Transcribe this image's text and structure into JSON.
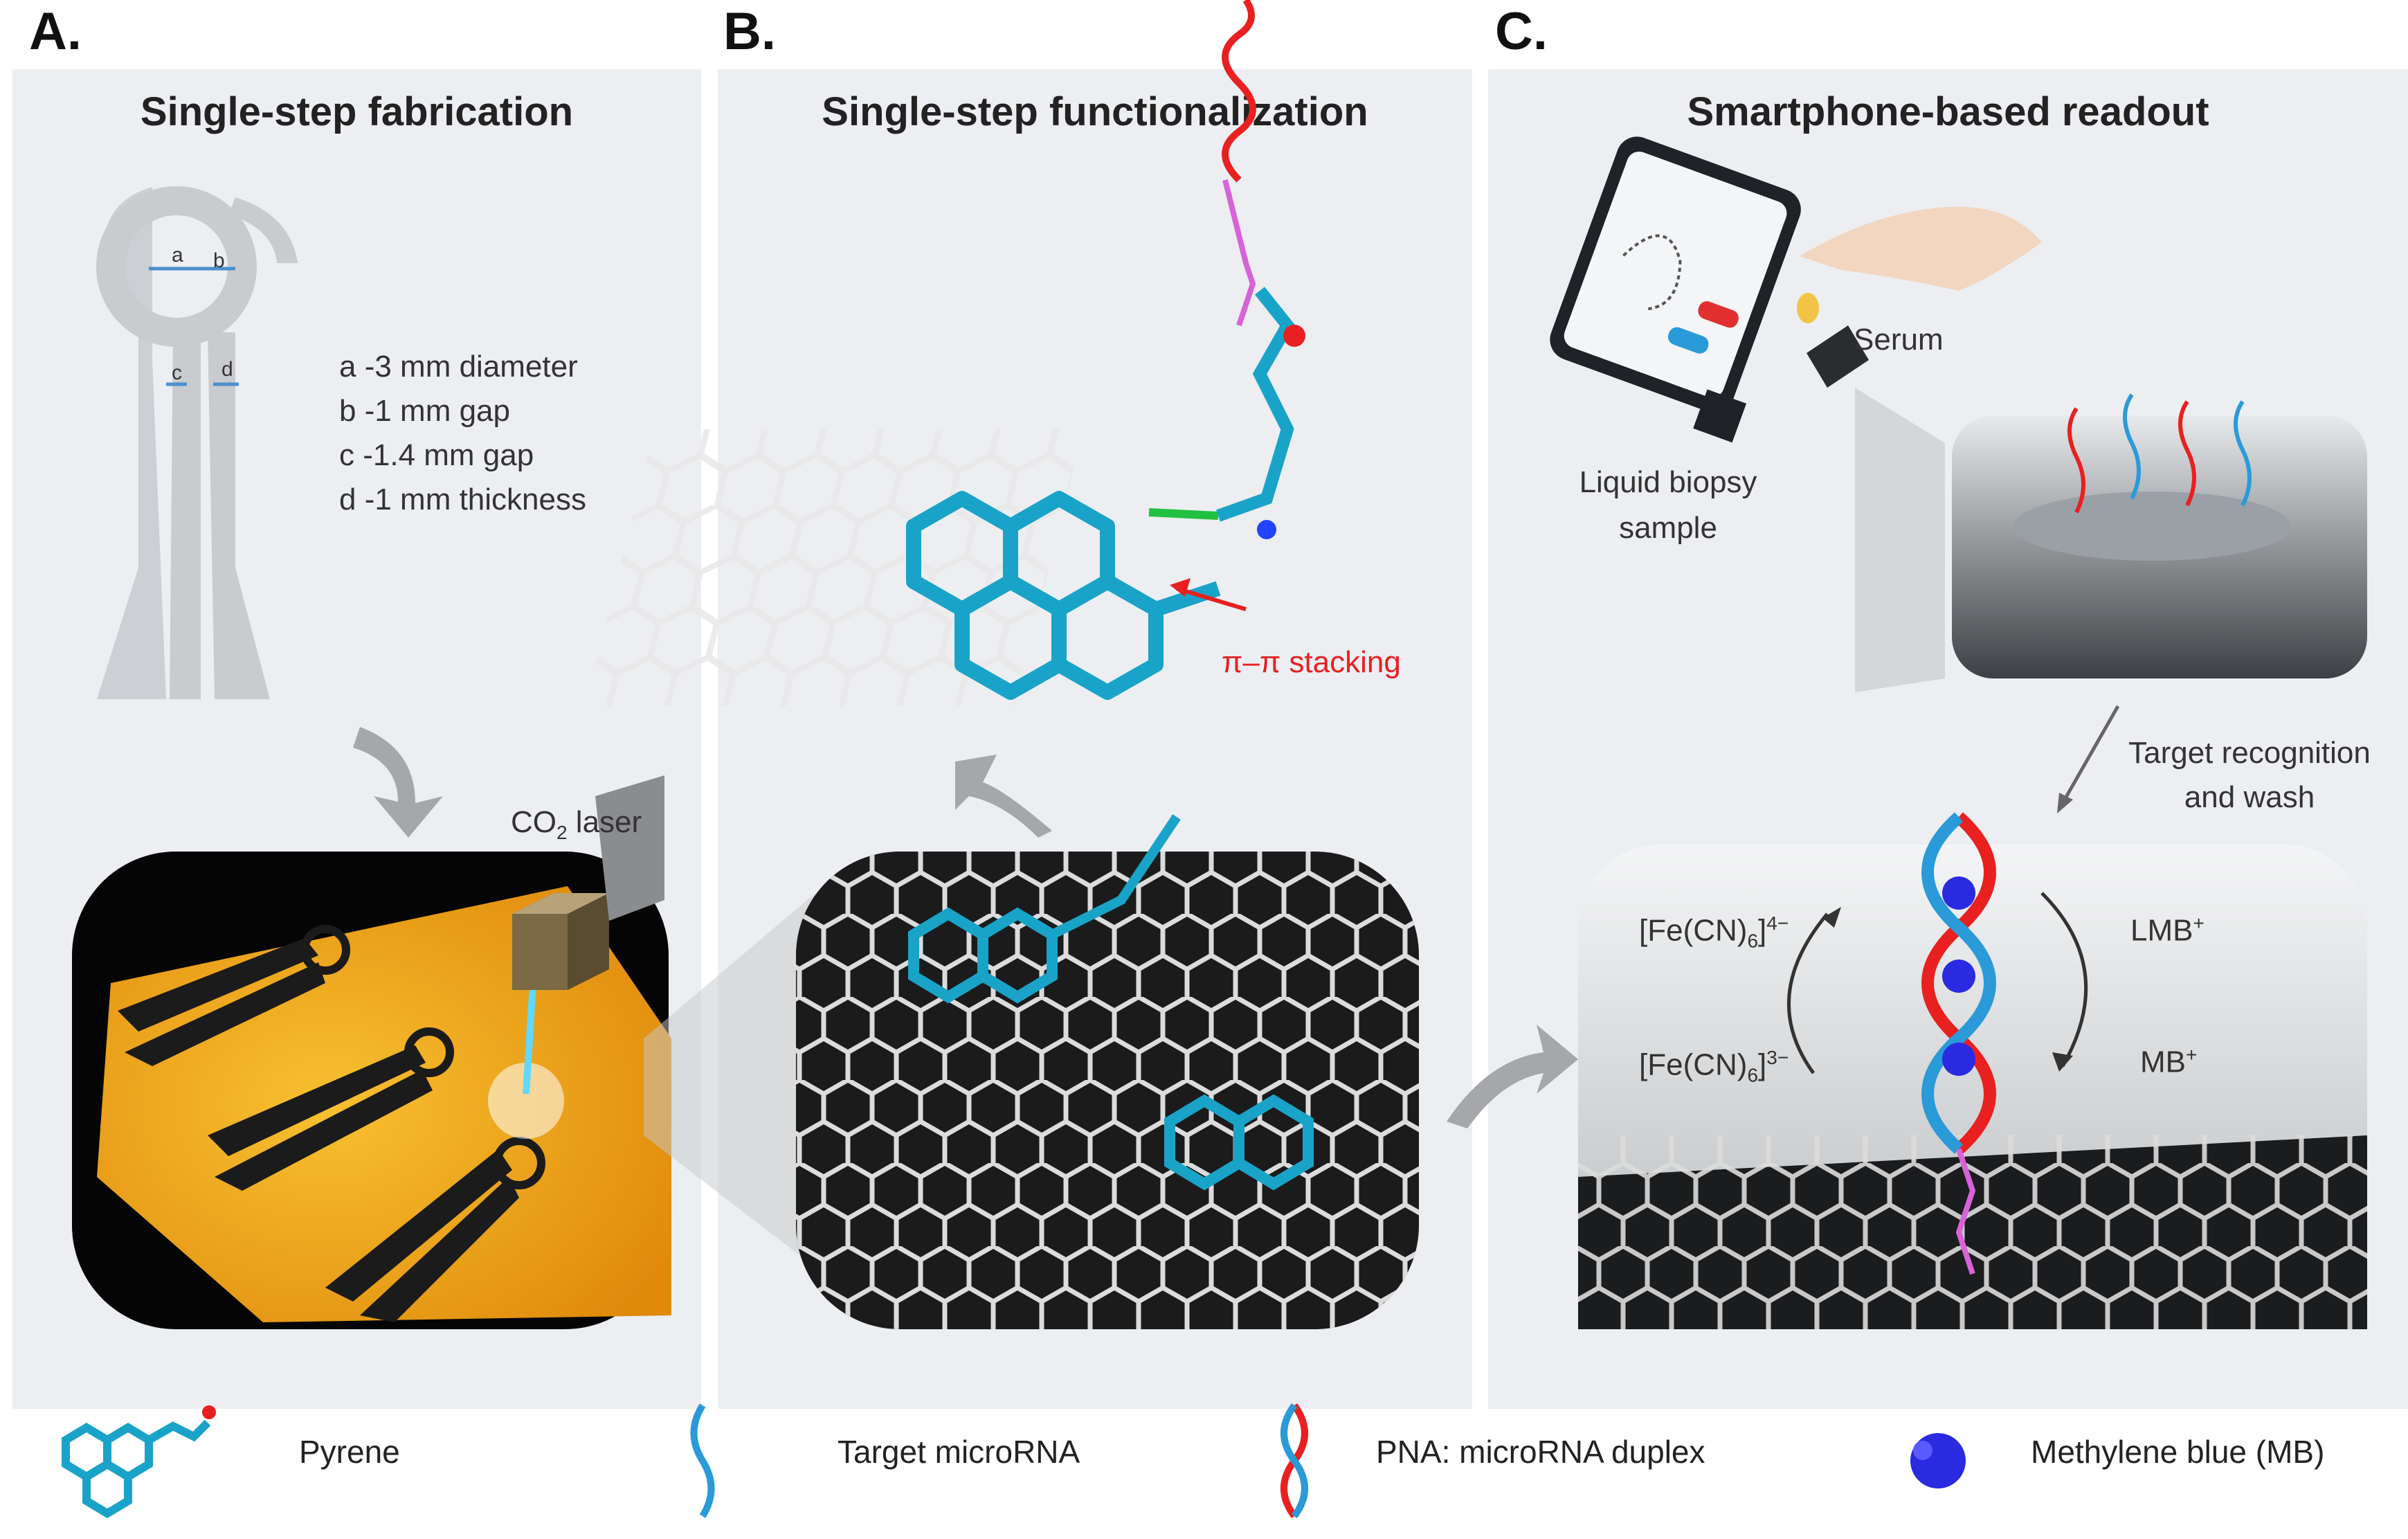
{
  "panels": {
    "a": {
      "label": "A.",
      "title": "Single-step fabrication"
    },
    "b": {
      "label": "B.",
      "title": "Single-step functionalization"
    },
    "c": {
      "label": "C.",
      "title": "Smartphone-based readout"
    }
  },
  "electrode": {
    "dims": {
      "a": "a",
      "b": "b",
      "c": "c",
      "d": "d"
    },
    "specs": [
      "a -3 mm diameter",
      "b -1 mm gap",
      "c -1.4 mm gap",
      "d -1 mm thickness"
    ],
    "laser_label_pre": "CO",
    "laser_label_sub": "2",
    "laser_label_post": " laser"
  },
  "functionalization": {
    "stacking_label": "π–π stacking"
  },
  "readout": {
    "serum": "Serum",
    "liquid_biopsy": [
      "Liquid biopsy",
      "sample"
    ],
    "target_recognition": [
      "Target recognition",
      "and wash"
    ],
    "ferro_main": "[Fe(CN)",
    "ferro_sub": "6",
    "ferro_sup": "4−",
    "ferri_main": "[Fe(CN)",
    "ferri_sub": "6",
    "ferri_sup": "3−",
    "lmb_main": "LMB",
    "lmb_sup": "+",
    "mb_main": "MB",
    "mb_sup": "+"
  },
  "legend": [
    "Pyrene",
    "Target microRNA",
    "PNA: microRNA duplex",
    "Methylene blue (MB)"
  ],
  "colors": {
    "panel_bg": "#eceef1",
    "pyrene": "#1aa3c8",
    "laser_sheet": "#f4a416",
    "stacking": "#e82020",
    "mb": "#2a2ae0"
  }
}
